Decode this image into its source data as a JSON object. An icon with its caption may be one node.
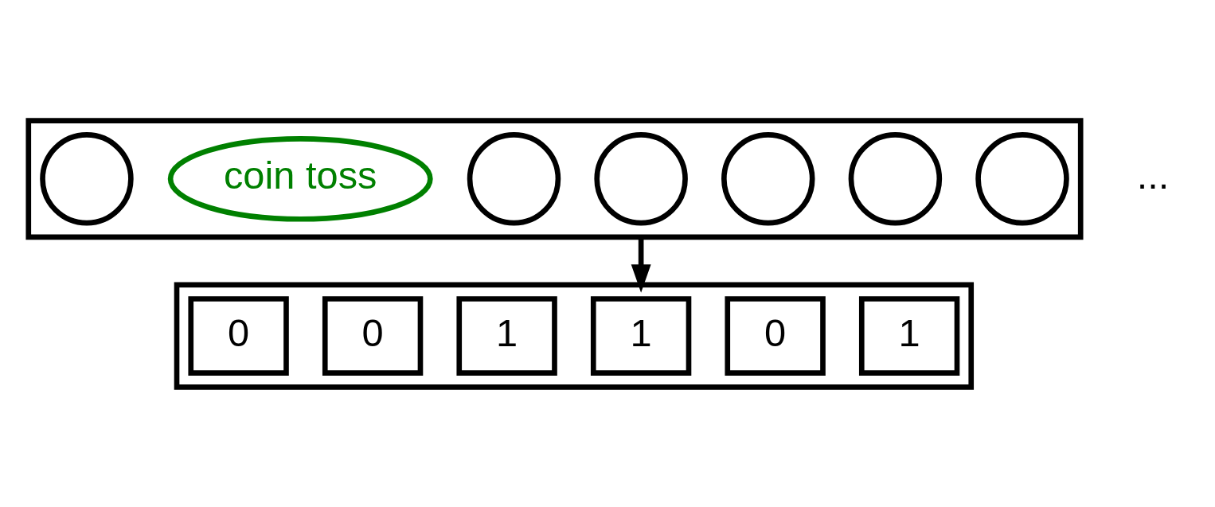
{
  "diagram": {
    "nodes": [
      {
        "text": [],
        "shape": "box"
      },
      {
        "text": [],
        "shape": "circle",
        "in": 0
      },
      {
        "text": [],
        "shape": "circle",
        "in": 0
      },
      {
        "text": [],
        "shape": "circle",
        "in": 0
      },
      {
        "text": [],
        "shape": "circle",
        "in": 0
      },
      {
        "text": [],
        "shape": "circle",
        "in": 0
      },
      {
        "text": [
          "coin toss"
        ],
        "in": 0
      },
      {
        "text": [],
        "shape": "circle",
        "in": 0
      },
      {
        "text": [],
        "shape": "box"
      },
      {
        "text": [
          "0"
        ],
        "in": 8
      },
      {
        "text": [
          "0"
        ],
        "in": 8
      },
      {
        "text": [
          "1"
        ],
        "in": 8
      },
      {
        "text": [
          "1"
        ],
        "in": 8
      },
      {
        "text": [
          "0"
        ],
        "in": 8
      },
      {
        "text": [
          "1"
        ],
        "in": 8
      }
    ],
    "edges": [
      {
        "from": 0,
        "to": 8,
        "arrow": "to"
      }
    ],
    "labels": [
      "..."
    ]
  }
}
